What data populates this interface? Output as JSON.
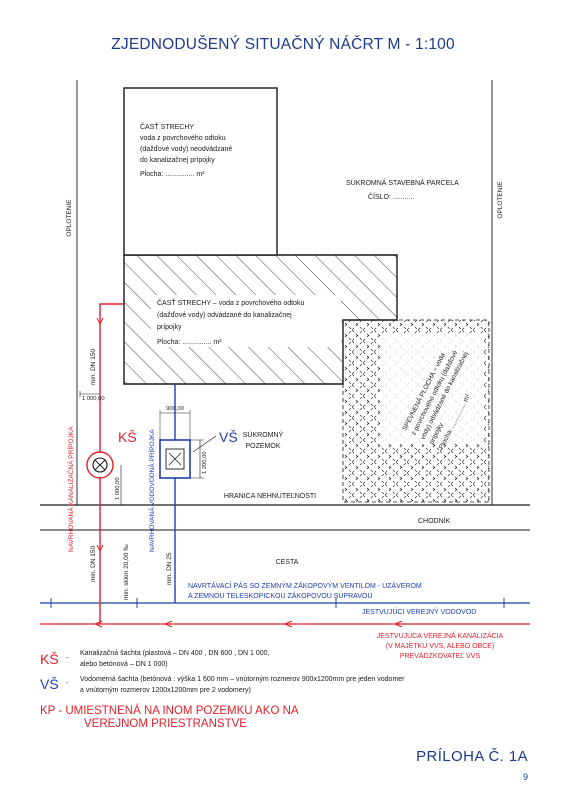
{
  "title": "ZJEDNODUŠENÝ SITUAČNÝ NÁČRT M - 1:100",
  "labels": {
    "fence": "OPLOTENIE",
    "roof1_title": "ČASŤ STRECHY",
    "roof1_line1": "voda z povrchového odtoku",
    "roof1_line2": "(dažďové vody) neodvádzané",
    "roof1_line3": "do kanalizačnej prípojky",
    "roof1_area": "Plocha: ............... m²",
    "parcel_line1": "SÚKROMNÁ STAVEBNÁ PARCELA",
    "parcel_line2": "ČÍSLO: ...........",
    "roof2_line1": "ČASŤ STRECHY – voda z povrchového odtoku",
    "roof2_line2": "(dažďové vody) odvádzané  do kanalizačnej",
    "roof2_line3": "prípojky",
    "roof2_area": "Plocha: ............... m²",
    "paved_line1": "SPEVNENÁ PLOCHA – voda",
    "paved_line2": "z povrchového odtoku (dažďové",
    "paved_line3": "vody) odvádzané do kanalizačnej",
    "paved_line4": "prípojky",
    "paved_area": "Plocha: ............... m²",
    "private_land_line1": "SÚKROMNÝ",
    "private_land_line2": "POZEMOK",
    "boundary": "HRANICA NEHNUTEĽNOSTI",
    "sidewalk": "CHODNÍK",
    "road": "CESTA",
    "tape_line1": "NAVRTÁVACÍ PÁS SO ZEMNÝM ZÁKOPOVÝM VENTILOM - UZÁVEROM",
    "tape_line2": "A ZEMNOU TELESKOPICKOU ZÁKOPOVOU SÚPRAVOU",
    "existing_water": "JESTVUJÚCI VEREJNÝ VODOVOD",
    "existing_sewer_line1": "JESTVUJÚCA VEREJNÁ KANALIZÁCIA",
    "existing_sewer_line2": "(V MAJETKU VVS, ALEBO OBCE)",
    "existing_sewer_line3": "PREVÁDZKOVATEĽ VVS",
    "ks_mark": "KŠ",
    "vs_mark": "VŠ",
    "proposed_sewer": "NAVRHOVANÁ KANALIZAČNÁ PRÍPOJKA",
    "proposed_water": "NAVRHOVANÁ VODOVODNÁ PRÍPOJKA",
    "dn150_upper": "min. DN 150",
    "dn150_lower": "min. DN 150",
    "slope": "min. sklon 20,00 ‰",
    "dn25": "min. DN 25",
    "dim_1000_a": "1 000,00",
    "dim_1000_b": "1 000,00",
    "dim_900": "900,00",
    "dim_1200": "1 200,00"
  },
  "legend": {
    "ks_symbol": "KŠ",
    "ks_dash": "-",
    "ks_line1": "Kanalizačná šachta (plastová – DN 400 , DN 600 , DN 1 000,",
    "ks_line2": "alebo betónová – DN 1 000)",
    "vs_symbol": "VŠ",
    "vs_dash": "-",
    "vs_line1": "Vodomerná šachta (betónová : výška 1 600 mm  – vnútorným rozmerov 900x1200mm pre jeden vodomer",
    "vs_line2": "a vnútorným rozmerov 1200x1200mm pre 2 vodomery)",
    "kp_line1": "KP - UMIESTNENÁ NA INOM POZEMKU AKO NA",
    "kp_line2": "VEREJNOM PRIESTRANSTVE"
  },
  "footer": {
    "annex": "PRÍLOHA Č. 1A",
    "page_number": "9"
  },
  "colors": {
    "sewer_red": "#e3202a",
    "water_blue": "#1e40af",
    "title_blue": "#1e3a8a",
    "ink": "#1a1a1a"
  }
}
